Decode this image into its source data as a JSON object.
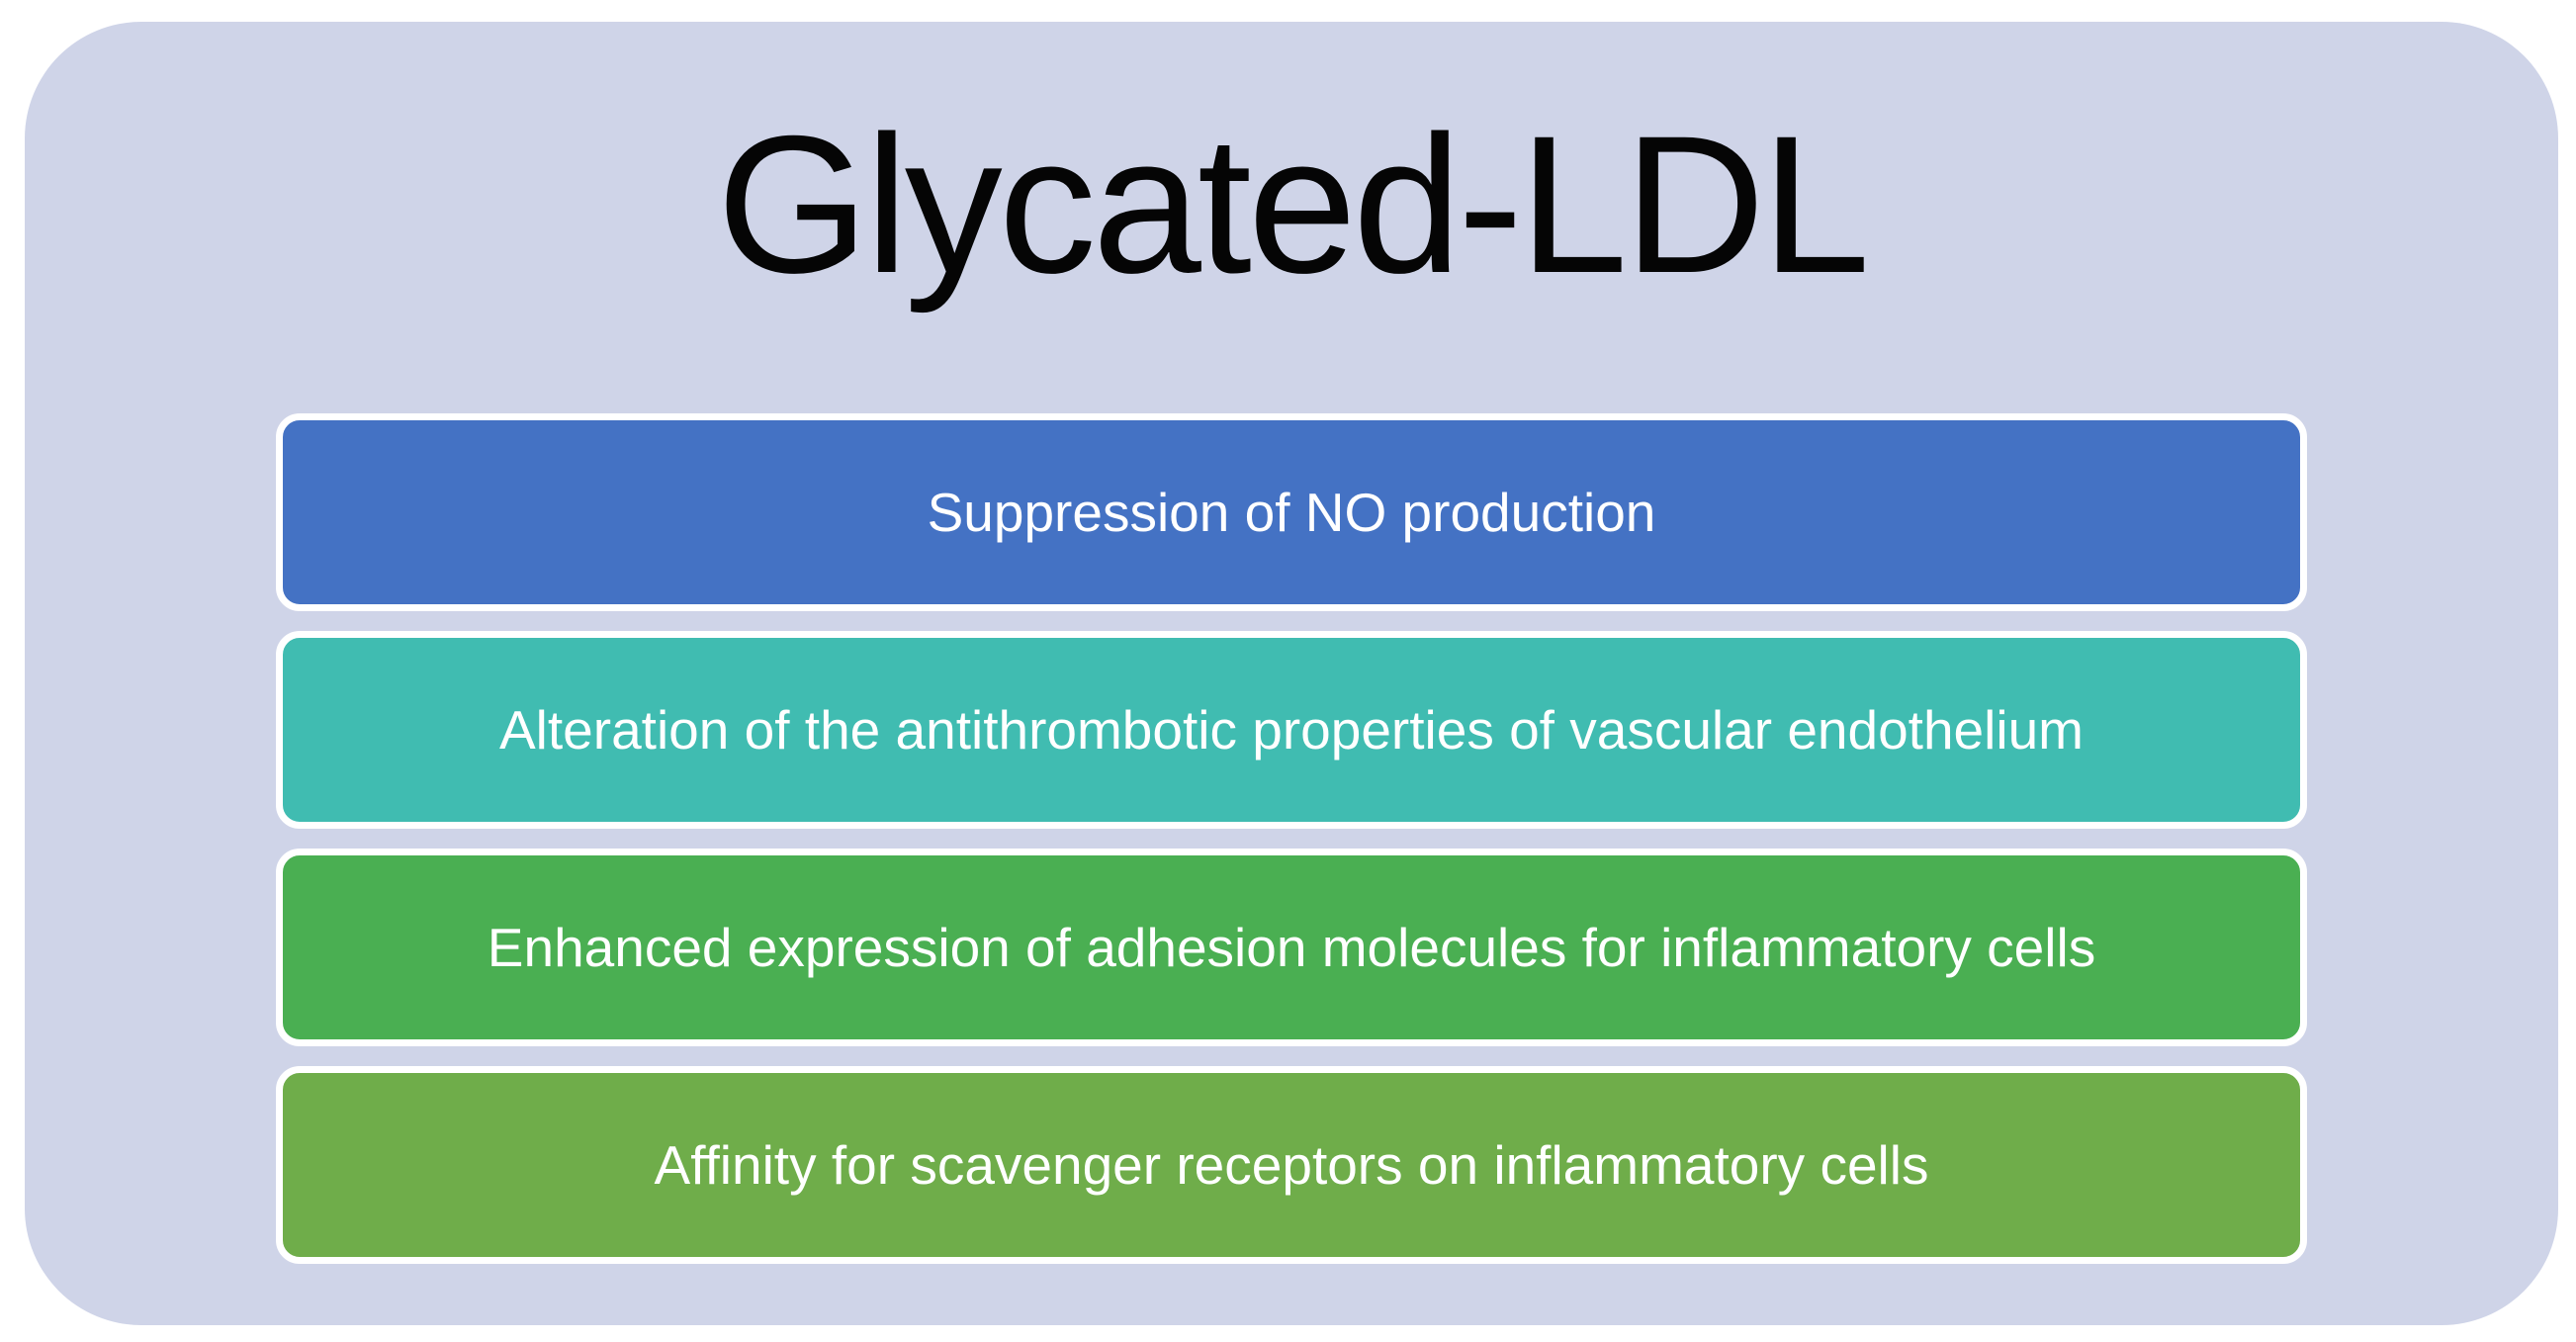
{
  "title": "Glycated-LDL",
  "colors": {
    "page_bg": "#FFFFFF",
    "panel_bg": "#CFD4E8",
    "title_color": "#050505",
    "bar_text_color": "#FFFFFF",
    "bar_border_color": "#FFFFFF"
  },
  "bars": {
    "items": [
      {
        "label": "Suppression of NO production",
        "color": "#4472C4"
      },
      {
        "label": "Alteration of the antithrombotic properties of vascular endothelium",
        "color": "#40BCB1"
      },
      {
        "label": "Enhanced expression of adhesion molecules for inflammatory cells",
        "color": "#4AAF52"
      },
      {
        "label": "Affinity for scavenger receptors on inflammatory cells",
        "color": "#6FAD4A"
      }
    ]
  }
}
